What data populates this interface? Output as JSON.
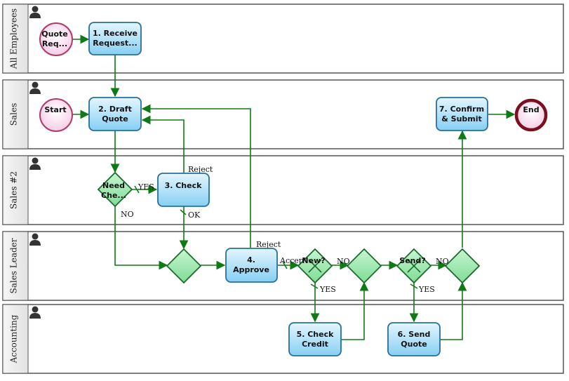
{
  "lanes": [
    {
      "id": "all",
      "title": "All Employees"
    },
    {
      "id": "sales",
      "title": "Sales"
    },
    {
      "id": "sales2",
      "title": "Sales #2"
    },
    {
      "id": "leader",
      "title": "Sales Leader"
    },
    {
      "id": "accounting",
      "title": "Accounting"
    }
  ],
  "nodes": {
    "quote_request": [
      "Quote",
      "Req..."
    ],
    "receive_request": [
      "1. Receive",
      "Request..."
    ],
    "start": [
      "Start"
    ],
    "draft_quote": [
      "2. Draft",
      "Quote"
    ],
    "need_check": [
      "Need",
      "Che..."
    ],
    "check": [
      "3. Check"
    ],
    "approve": [
      "4.",
      "Approve"
    ],
    "new_q": [
      "New?"
    ],
    "send_q": [
      "Send?"
    ],
    "check_credit": [
      "5. Check",
      "Credit"
    ],
    "send_quote": [
      "6. Send",
      "Quote"
    ],
    "confirm_submit": [
      "7. Confirm",
      "& Submit"
    ],
    "end": [
      "End"
    ]
  },
  "edge_labels": {
    "yes_need": "YES",
    "no_need": "NO",
    "reject_check": "Reject",
    "ok_check": "OK",
    "reject_approve": "Reject",
    "accept_approve": "Accept",
    "no_new": "NO",
    "yes_new": "YES",
    "no_send": "NO",
    "yes_send": "YES"
  },
  "colors": {
    "task_fill_top": "#dff3fd",
    "task_fill_bottom": "#8fd4f5",
    "task_stroke": "#2a6f96",
    "gateway_fill": "#9de8b0",
    "gateway_stroke": "#1c6a2e",
    "edge": "#0e7a14",
    "event_fill": "#fbe3f2",
    "event_stroke": "#b03a6a",
    "end_stroke": "#7a0f20"
  }
}
